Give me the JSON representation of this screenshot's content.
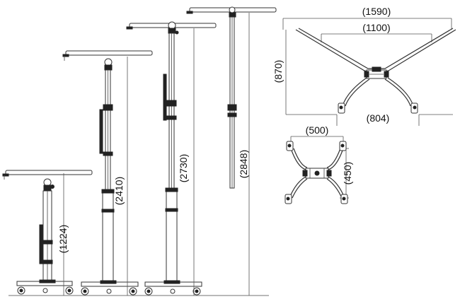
{
  "dimensions": {
    "stand_1_height": "(1224)",
    "stand_2_height": "(2410)",
    "stand_3_height": "(2730)",
    "stand_4_height": "(2848)",
    "top_outer_span": "(1590)",
    "top_inner_span": "(1100)",
    "top_depth": "(870)",
    "top_base_span": "(804)",
    "small_width": "(500)",
    "small_depth": "(450)"
  }
}
